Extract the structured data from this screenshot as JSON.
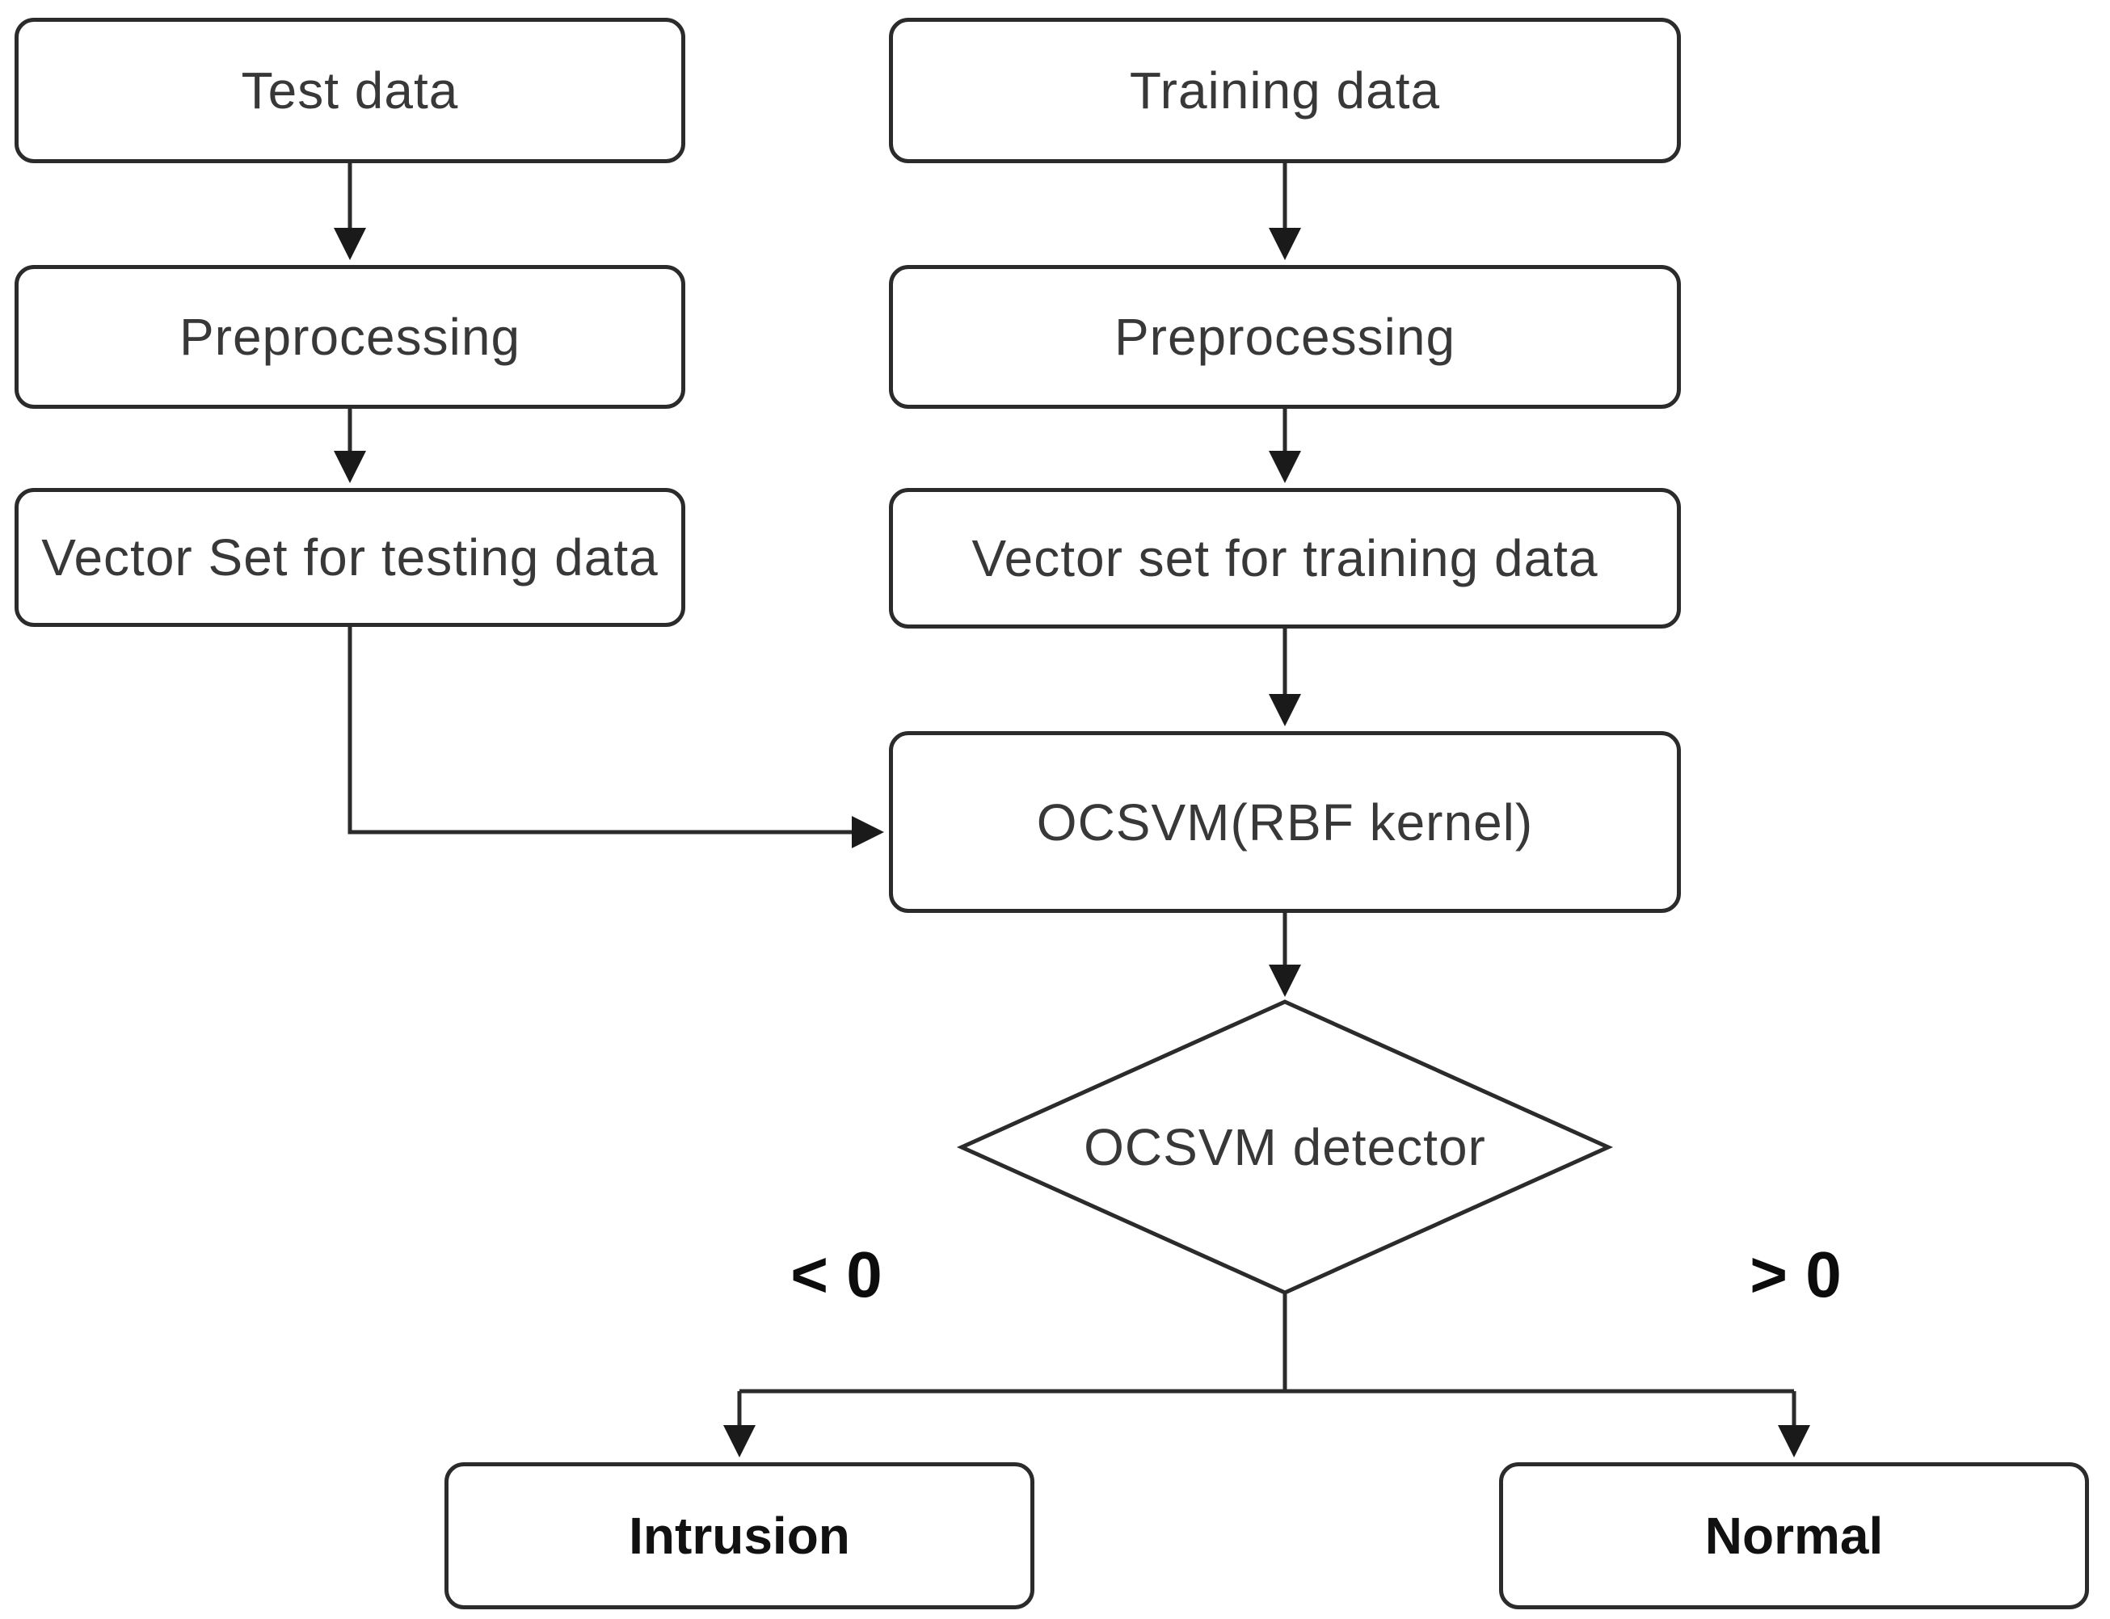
{
  "diagram": {
    "title": "OCSVM intrusion detection flowchart",
    "colors": {
      "background": "#ffffff",
      "stroke": "#2b2b2b",
      "text": "#383838",
      "bold_text": "#111111"
    },
    "nodes": {
      "test_data": {
        "label": "Test data"
      },
      "preprocessing_test": {
        "label": "Preprocessing"
      },
      "vector_test": {
        "label": "Vector Set for testing data"
      },
      "training_data": {
        "label": "Training data"
      },
      "preprocessing_train": {
        "label": "Preprocessing"
      },
      "vector_train": {
        "label": "Vector set for training data"
      },
      "ocsvm": {
        "label": "OCSVM(RBF kernel)"
      },
      "detector": {
        "label": "OCSVM detector"
      },
      "intrusion": {
        "label": "Intrusion"
      },
      "normal": {
        "label": "Normal"
      }
    },
    "edge_labels": {
      "less_than_zero": "< 0",
      "greater_than_zero": "> 0"
    }
  }
}
